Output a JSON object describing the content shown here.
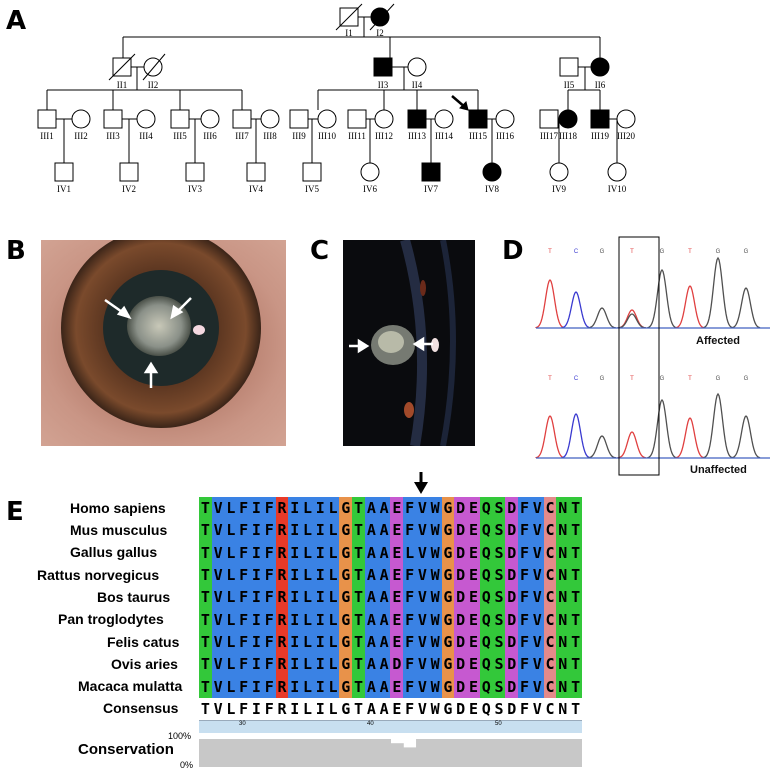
{
  "panels": {
    "a": "A",
    "b": "B",
    "c": "C",
    "d": "D",
    "e": "E"
  },
  "pedigree": {
    "gen1": [
      "I1",
      "I2"
    ],
    "gen2": [
      "II1",
      "II2",
      "II3",
      "II4",
      "II5",
      "II6"
    ],
    "gen3": [
      "III1",
      "III2",
      "III3",
      "III4",
      "III5",
      "III6",
      "III7",
      "III8",
      "III9",
      "III10",
      "III11",
      "III12",
      "III13",
      "III14",
      "III15",
      "III16",
      "III17",
      "III18",
      "III19",
      "III20"
    ],
    "gen4": [
      "IV1",
      "IV2",
      "IV3",
      "IV4",
      "IV5",
      "IV6",
      "IV7",
      "IV8",
      "IV9",
      "IV10"
    ]
  },
  "chromatogram": {
    "affected_label": "Affected",
    "unaffected_label": "Unaffected",
    "affected_bases": [
      "T",
      "C",
      "G",
      "T",
      "G",
      "T",
      "G",
      "G"
    ],
    "unaffected_bases": [
      "T",
      "C",
      "G",
      "T",
      "G",
      "T",
      "G",
      "G"
    ]
  },
  "alignment": {
    "species": [
      "Homo sapiens",
      "Mus musculus",
      "Gallus gallus",
      "Rattus norvegicus",
      "Bos taurus",
      "Pan troglodytes",
      "Felis catus",
      "Ovis aries",
      "Macaca mulatta"
    ],
    "sequences": [
      "TVLFIFRILILGTAAEFVWGDEQSDFVCNT",
      "TVLFIFRILILGTAAEFVWGDEQSDFVCNT",
      "TVLFIFRILILGTAAELVWGDEQSDFVCNT",
      "TVLFIFRILILGTAAEFVWGDEQSDFVCNT",
      "TVLFIFRILILGTAAEFVWGDEQSDFVCNT",
      "TVLFIFRILILGTAAEFVWGDEQSDFVCNT",
      "TVLFIFRILILGTAAEFVWGDEQSDFVCNT",
      "TVLFIFRILILGTAADFVWGDEQSDFVCNT",
      "TVLFIFRILILGTAAEFVWGDEQSDFVCNT"
    ],
    "consensus_label": "Consensus",
    "consensus": "TVLFIFRILILGTAAEFVWGDEQSDFVCNT",
    "ruler_ticks": [
      "30",
      "40",
      "50"
    ],
    "conservation_label": "Conservation",
    "cons_max": "100%",
    "cons_min": "0%",
    "conservation_values": [
      1,
      1,
      1,
      1,
      1,
      1,
      1,
      1,
      1,
      1,
      1,
      1,
      1,
      1,
      1,
      0.85,
      0.7,
      1,
      1,
      1,
      1,
      1,
      1,
      1,
      1,
      1,
      1,
      1,
      1,
      1
    ],
    "colors": {
      "blue": "#3a82e4",
      "green": "#33c83a",
      "red": "#e83a28",
      "orange": "#e8924a",
      "magenta": "#c659d0",
      "pink": "#e48a8a",
      "cons": "#c8c8c8"
    }
  }
}
